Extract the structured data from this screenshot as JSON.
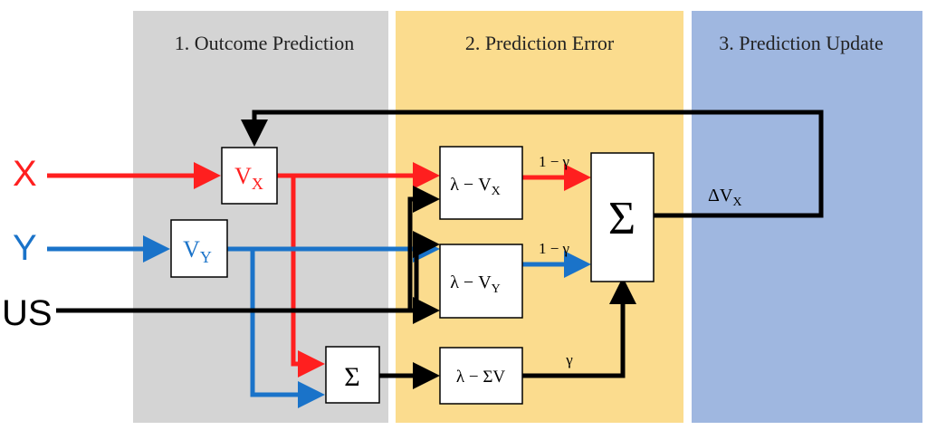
{
  "panels": [
    {
      "label": "1. Outcome Prediction",
      "color": "#d4d4d4"
    },
    {
      "label": "2. Prediction Error",
      "color": "#fbdc8e"
    },
    {
      "label": "3. Prediction Update",
      "color": "#9fb7e0"
    }
  ],
  "inputs": {
    "x": {
      "label": "X",
      "color": "#ff1f1f"
    },
    "y": {
      "label": "Y",
      "color": "#1a73c9"
    },
    "us": {
      "label": "US",
      "color": "#000000"
    }
  },
  "blocks": {
    "vx": {
      "main": "V",
      "sub": "X"
    },
    "vy": {
      "main": "V",
      "sub": "Y"
    },
    "sum_v": {
      "label": "Σ"
    },
    "err_x": {
      "main": "λ − V",
      "sub": "X"
    },
    "err_y": {
      "main": "λ − V",
      "sub": "Y"
    },
    "err_sum": {
      "label": "λ − ΣV"
    },
    "sum_out": {
      "label": "Σ"
    }
  },
  "weights": {
    "x": "1 − γ",
    "y": "1 − γ",
    "sum": "γ"
  },
  "output": {
    "main": "ΔV",
    "sub": "X"
  },
  "colors": {
    "red": "#ff1f1f",
    "blue": "#1a73c9",
    "black": "#000000"
  }
}
